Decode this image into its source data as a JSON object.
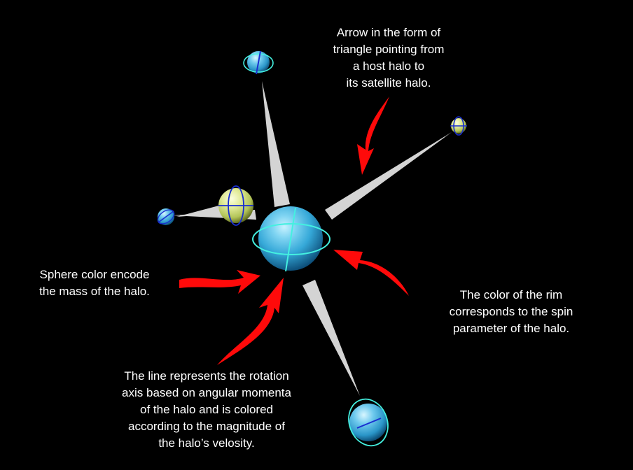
{
  "annotations": {
    "arrow_triangle": [
      "Arrow in the form of",
      "triangle pointing from",
      "a host halo to",
      "its satellite halo."
    ],
    "sphere_color": [
      "Sphere color encode",
      "the mass of the halo."
    ],
    "rim_color": [
      "The color of the rim",
      "corresponds to the spin",
      "parameter of the halo."
    ],
    "rotation_line": [
      "The line represents the rotation",
      "axis based on angular momenta",
      "of the halo and is colored",
      "according to the magnitude of",
      "the halo’s velosity."
    ]
  },
  "colors": {
    "background": "#000000",
    "text": "#ffffff",
    "pointer_arrow": "#ff0a0a",
    "link_triangle": "#d6d6d6",
    "rim_cyan": "#44f0e0",
    "axis_blue": "#1a2fd0",
    "halo_blue": "#35a8d8",
    "halo_yellow_green": "#d6e27a"
  }
}
